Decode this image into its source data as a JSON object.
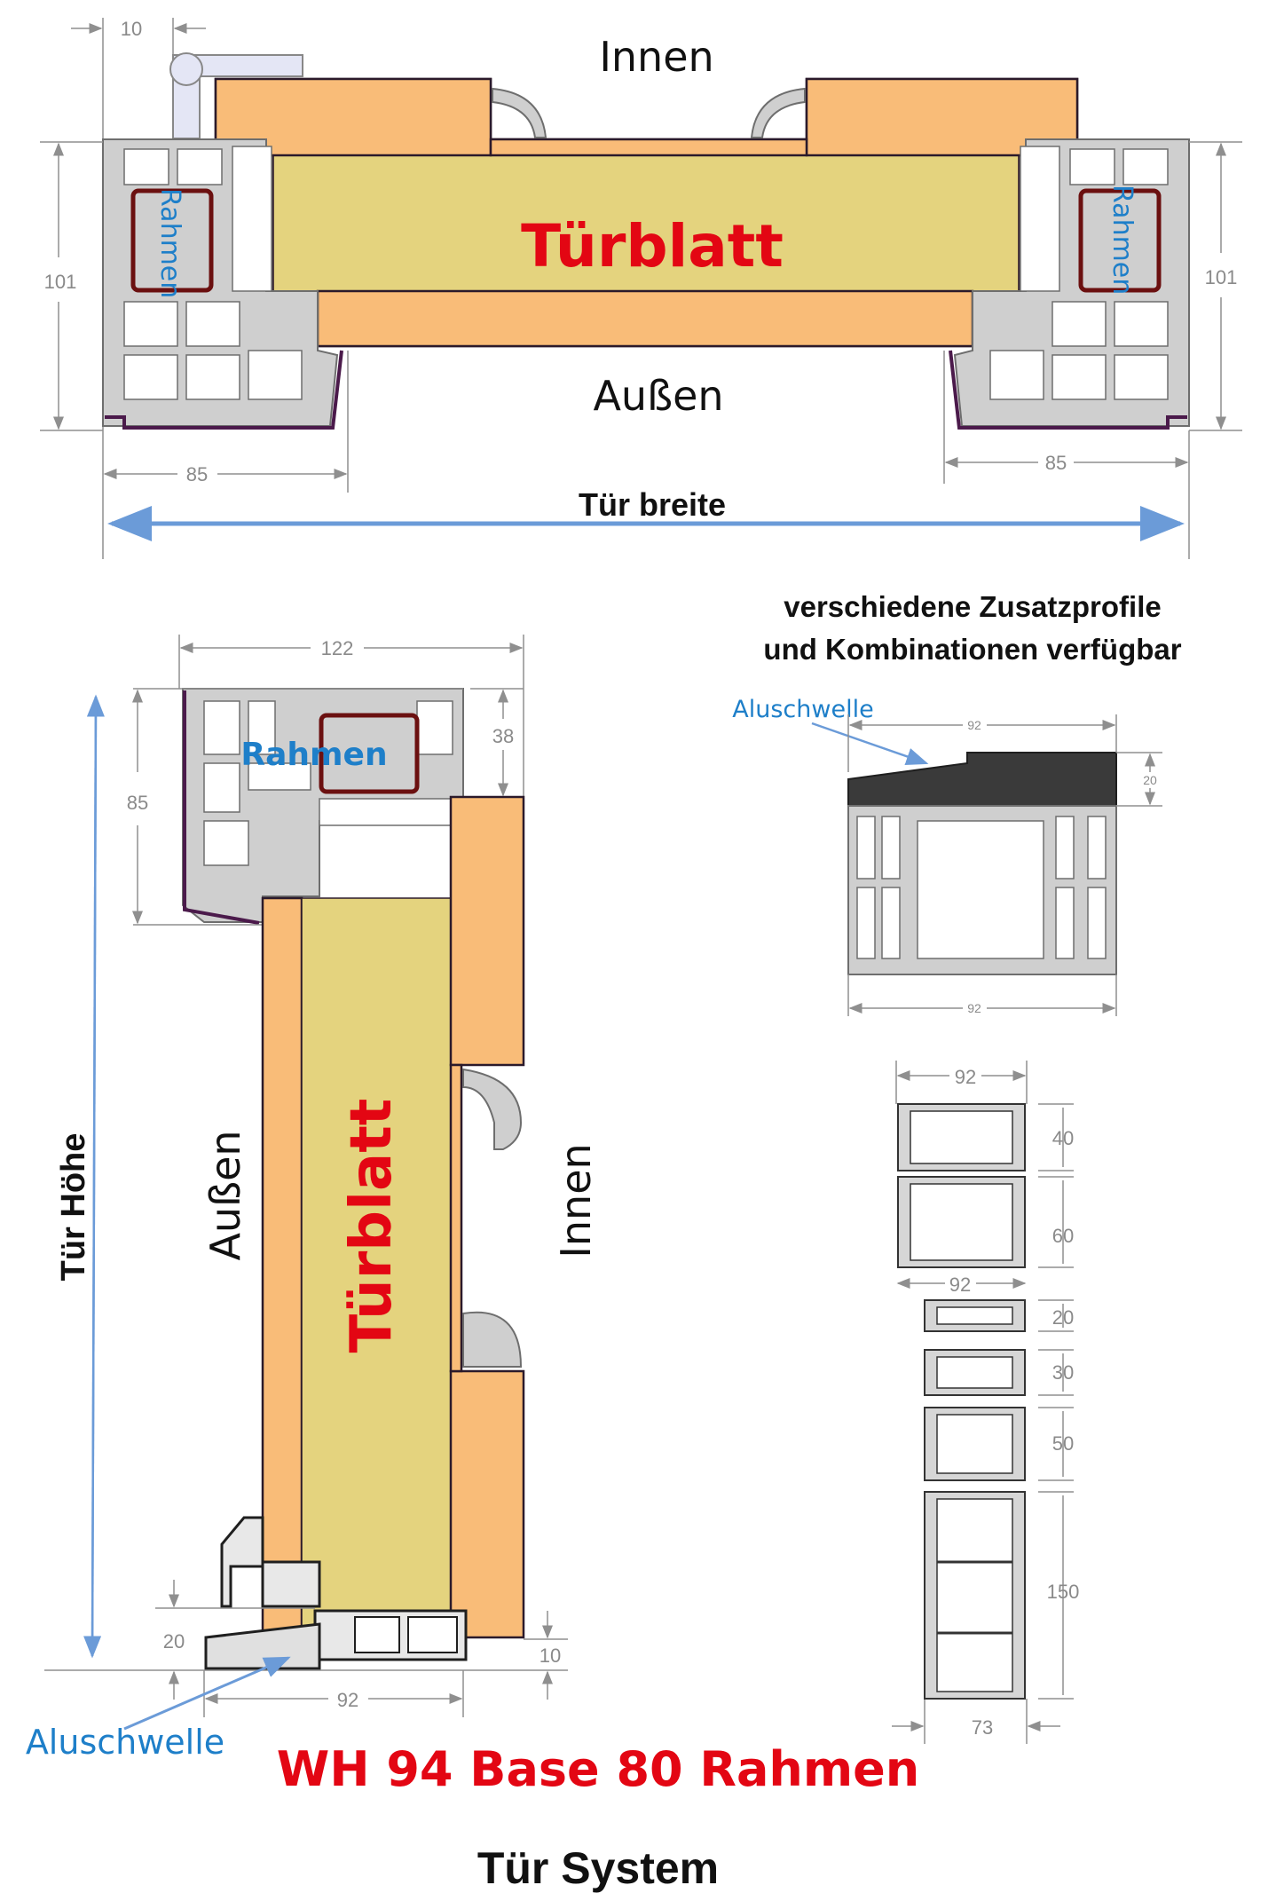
{
  "top_section": {
    "innen": "Innen",
    "aussen": "Außen",
    "tuerblatt": "Türblatt",
    "rahmen_left": "Rahmen",
    "rahmen_right": "Rahmen",
    "dim_10": "10",
    "dim_101_left": "101",
    "dim_101_right": "101",
    "dim_85_left": "85",
    "dim_85_right": "85",
    "width_label": "Tür breite"
  },
  "side_section": {
    "dim_122": "122",
    "dim_38": "38",
    "dim_85": "85",
    "rahmen": "Rahmen",
    "tuerblatt": "Türblatt",
    "aussen": "Außen",
    "innen": "Innen",
    "height_label": "Tür Höhe",
    "dim_20": "20",
    "dim_10": "10",
    "dim_92": "92",
    "aluschwelle": "Aluschwelle"
  },
  "profiles": {
    "heading_line1": "verschiedene Zusatzprofile",
    "heading_line2": "und Kombinationen verfügbar",
    "aluschwelle": "Aluschwelle",
    "threshold_dim_top": "92",
    "threshold_dim_bottom": "92",
    "threshold_dim_height": "20",
    "stack_dim_top": "92",
    "stack_dim_mid": "92",
    "stack_dim_bottom": "73",
    "stack_heights": [
      "40",
      "60",
      "20",
      "30",
      "50",
      "150"
    ]
  },
  "footer": {
    "model": "WH 94 Base  80 Rahmen",
    "system": "Tür System"
  },
  "colors": {
    "leaf_outer": "#f9bc78",
    "leaf_core": "#e4d37e",
    "title_red": "#e30613",
    "label_blue": "#1e7fc9",
    "arrow_blue": "#6b9bd8"
  }
}
